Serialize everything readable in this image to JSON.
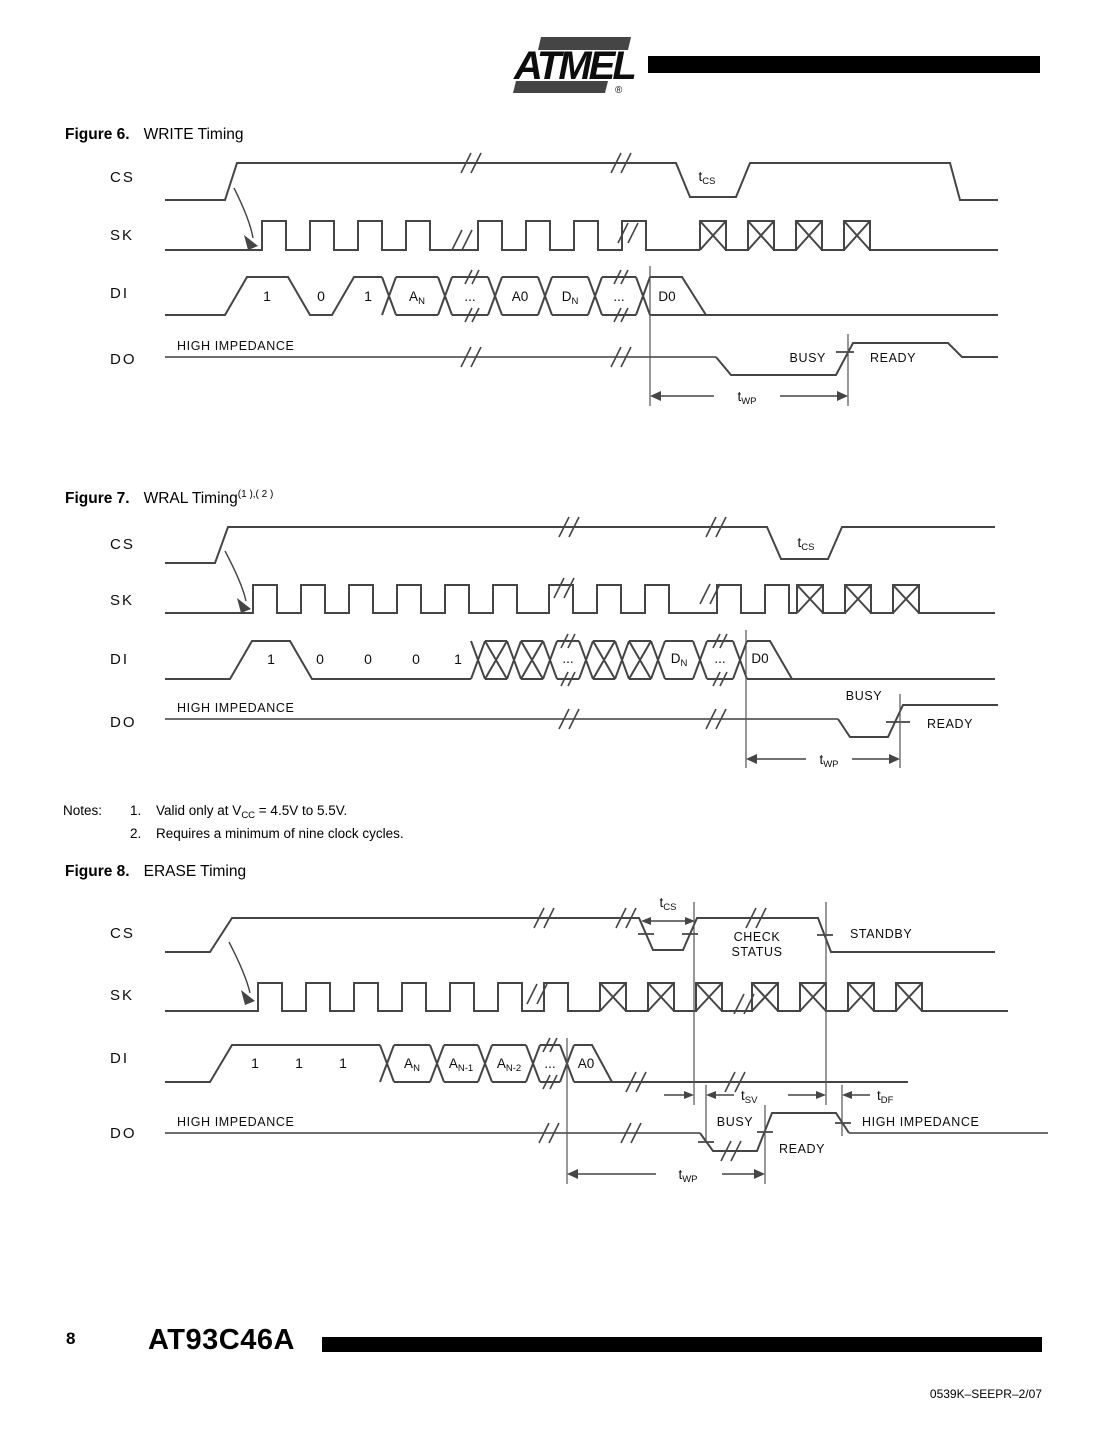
{
  "colors": {
    "ink": "#000000",
    "waveform": "#454545",
    "hiz_line": "#6e6e6e"
  },
  "header": {
    "brand": "ATMEL",
    "registered": "®"
  },
  "fig6": {
    "label": "Figure 6.",
    "title": "WRITE Timing",
    "sig_cs": "CS",
    "sig_sk": "SK",
    "sig_di": "DI",
    "sig_do": "DO",
    "t_cs": "t",
    "t_cs_sub": "CS",
    "t_wp": "t",
    "t_wp_sub": "WP",
    "hiz": "HIGH IMPEDANCE",
    "busy": "BUSY",
    "ready": "READY",
    "bit1": "1",
    "bit2": "0",
    "bit3": "1",
    "cell_an": "A",
    "cell_an_sub": "N",
    "dots1": "...",
    "cell_a0": "A0",
    "cell_dn": "D",
    "cell_dn_sub": "N",
    "dots2": "...",
    "cell_d0": "D0"
  },
  "fig7": {
    "label": "Figure 7.",
    "title": "WRAL Timing",
    "title_sup": "(1 ),( 2 )",
    "sig_cs": "CS",
    "sig_sk": "SK",
    "sig_di": "DI",
    "sig_do": "DO",
    "t_cs": "t",
    "t_cs_sub": "CS",
    "t_wp": "t",
    "t_wp_sub": "WP",
    "hiz": "HIGH IMPEDANCE",
    "busy": "BUSY",
    "ready": "READY",
    "bit1": "1",
    "bit2": "0",
    "bit3": "0",
    "bit4": "0",
    "bit5": "1",
    "dots1": "...",
    "cell_dn": "D",
    "cell_dn_sub": "N",
    "dots2": "...",
    "cell_d0": "D0"
  },
  "notes": {
    "label": "Notes:",
    "n1_num": "1.",
    "n1_pre": "Valid only at V",
    "n1_sub": "CC",
    "n1_post": " = 4.5V to 5.5V.",
    "n2_num": "2.",
    "n2_text": "Requires a minimum of nine clock cycles."
  },
  "fig8": {
    "label": "Figure 8.",
    "title": "ERASE Timing",
    "sig_cs": "CS",
    "sig_sk": "SK",
    "sig_di": "DI",
    "sig_do": "DO",
    "t_cs": "t",
    "t_cs_sub": "CS",
    "t_sv": "t",
    "t_sv_sub": "SV",
    "t_df": "t",
    "t_df_sub": "DF",
    "t_wp": "t",
    "t_wp_sub": "WP",
    "check1": "CHECK",
    "check2": "STATUS",
    "standby": "STANDBY",
    "bit1": "1",
    "bit2": "1",
    "bit3": "1",
    "cell_an": "A",
    "cell_an_sub": "N",
    "cell_an1": "A",
    "cell_an1_sub": "N-1",
    "cell_an2": "A",
    "cell_an2_sub": "N-2",
    "dots": "...",
    "cell_a0": "A0",
    "hiz_left": "HIGH IMPEDANCE",
    "busy": "BUSY",
    "ready": "READY",
    "hiz_right": "HIGH IMPEDANCE"
  },
  "footer": {
    "page": "8",
    "part": "AT93C46A",
    "code": "0539K–SEEPR–2/07"
  }
}
